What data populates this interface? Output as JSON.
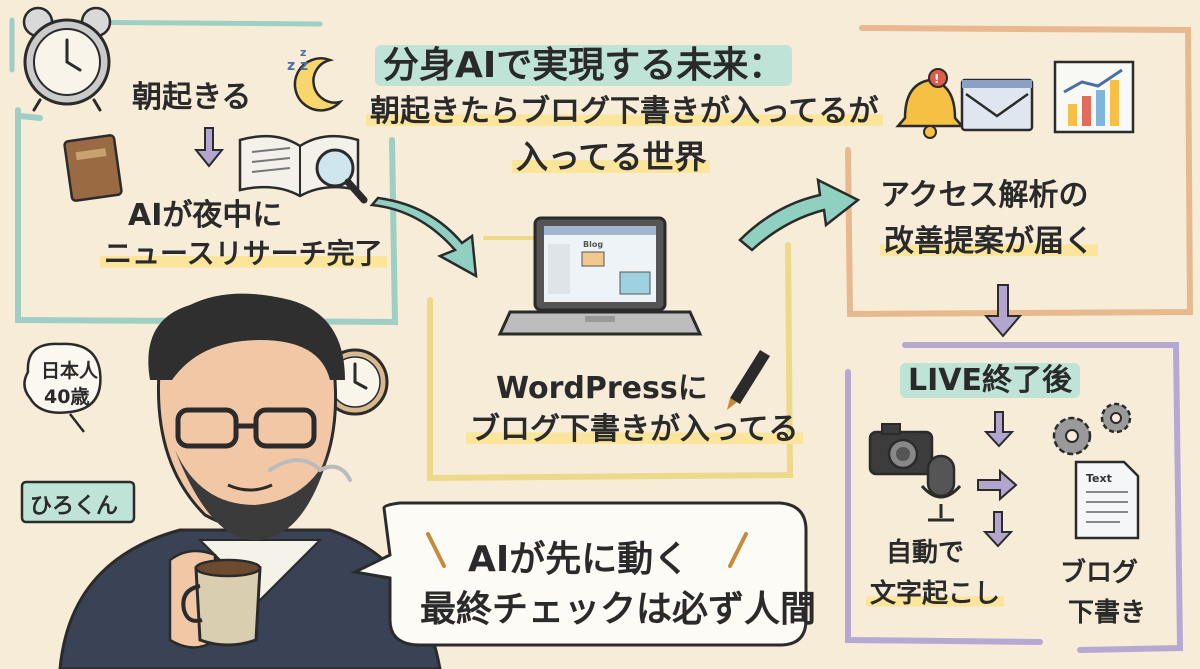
{
  "title": {
    "line1": "分身AIで実現する未来：",
    "line2": "朝起きたらブログ下書きが入ってるが",
    "line3": "入ってる世界"
  },
  "steps": {
    "wake": "朝起きる",
    "ai_research_line1": "AIが夜中に",
    "ai_research_line2": "ニュースリサーチ完了",
    "wordpress_line1": "WordPressに",
    "wordpress_line2": "ブログ下書きが入ってる",
    "access_line1": "アクセス解析の",
    "access_line2": "改善提案が届く",
    "live_end": "LIVE終了後",
    "auto_line1": "自動で",
    "auto_line2": "文字起こし",
    "blog_draft_line1": "ブログ",
    "blog_draft_line2": "下書き"
  },
  "screen_labels": {
    "blog": "Blog",
    "text": "Text"
  },
  "person": {
    "age_line1": "日本人",
    "age_line2": "40歳",
    "name": "ひろくん"
  },
  "speech": {
    "line1": "AIが先に動く",
    "line2": "最終チェックは必ず人間"
  },
  "colors": {
    "background": "#f6ecd8",
    "teal_frame": "#9fcfc4",
    "yellow_frame": "#ecd98a",
    "orange_frame": "#e8b98e",
    "purple_frame": "#b7a8d3",
    "highlight": "#fbe59a",
    "arrow_teal": "#8fd0c0"
  },
  "icons": [
    "alarm-clock-icon",
    "moon-icon",
    "book-icon",
    "magnifier-icon",
    "laptop-icon",
    "pen-icon",
    "bell-icon",
    "mail-icon",
    "chart-icon",
    "camera-icon",
    "microphone-icon",
    "gears-icon",
    "document-icon",
    "mug-icon"
  ]
}
